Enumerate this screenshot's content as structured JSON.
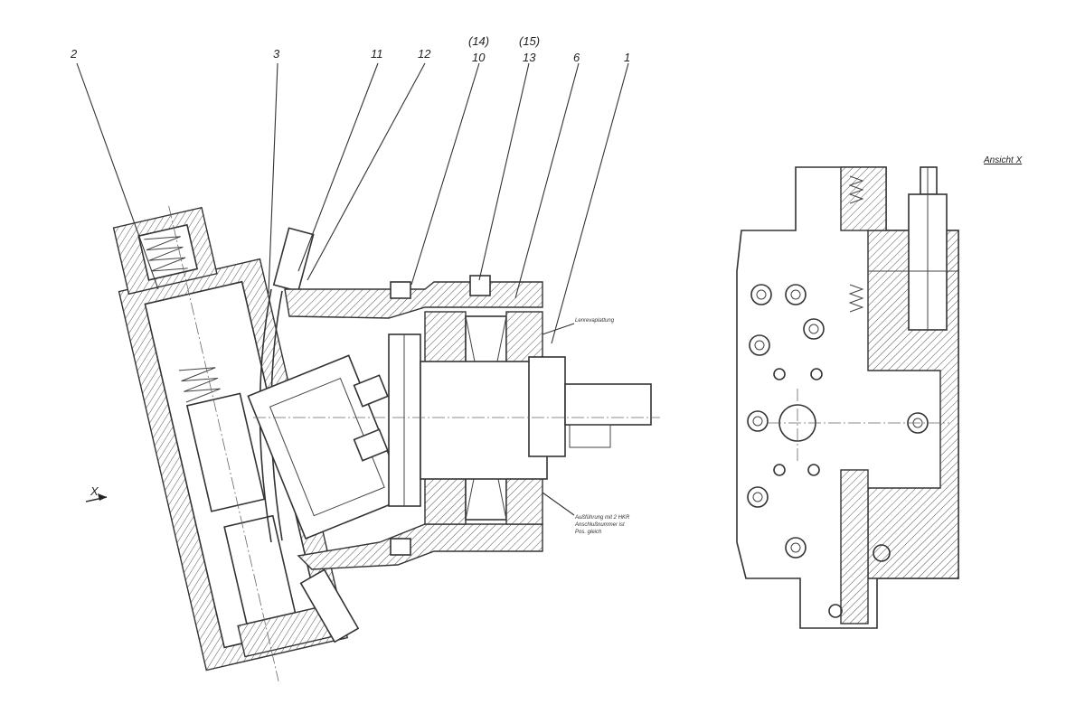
{
  "callouts": {
    "c2": "2",
    "c3": "3",
    "c11": "11",
    "c12": "12",
    "c10_alt": "(14)",
    "c10": "10",
    "c13_alt": "(15)",
    "c13": "13",
    "c6": "6",
    "c1": "1"
  },
  "notes": {
    "top_note": "Lenrevaplattung",
    "bottom_note_line1": "Außführung mit 2 HKR",
    "bottom_note_line2": "Anschlußnummer ist",
    "bottom_note_line3": "Pos. gleich"
  },
  "view": {
    "arrow_label": "X",
    "view_title": "Ansicht X"
  }
}
